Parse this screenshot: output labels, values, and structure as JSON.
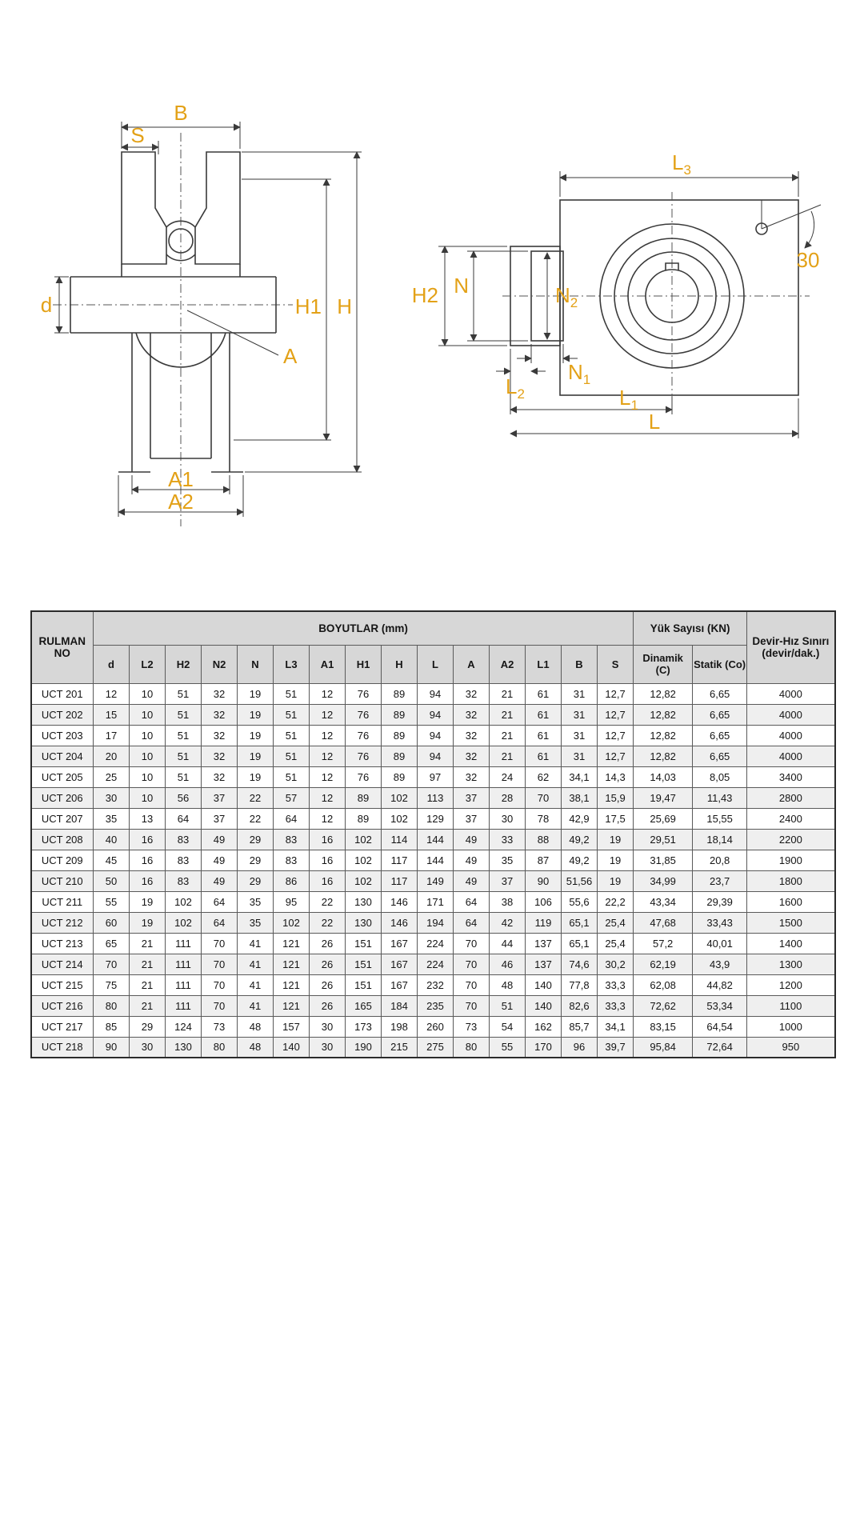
{
  "diagram": {
    "line_color": "#3a3a3a",
    "label_color": "#e3a117",
    "left": {
      "b": "B",
      "s": "S",
      "d": "d",
      "h1": "H1",
      "h": "H",
      "a": "A",
      "a1": "A1",
      "a2": "A2"
    },
    "right": {
      "l3": {
        "base": "L",
        "sub": "3"
      },
      "h2": "H2",
      "n": "N",
      "n2": {
        "base": "N",
        "sub": "2"
      },
      "angle": "30",
      "l2": {
        "base": "L",
        "sub": "2"
      },
      "n1": {
        "base": "N",
        "sub": "1"
      },
      "l1": {
        "base": "L",
        "sub": "1"
      },
      "l": "L"
    }
  },
  "table": {
    "header": {
      "rulman_no": "RULMAN NO",
      "boyutlar": "BOYUTLAR (mm)",
      "yuk_sayisi": "Yük Sayısı (KN)",
      "devir_hiz": "Devir-Hız Sınırı (devir/dak.)",
      "dim_cols": [
        "d",
        "L2",
        "H2",
        "N2",
        "N",
        "L3",
        "A1",
        "H1",
        "H",
        "L",
        "A",
        "A2",
        "L1",
        "B",
        "S"
      ],
      "dinamik": "Dinamik (C)",
      "statik": "Statik (Co)"
    },
    "rows": [
      {
        "no": "UCT 201",
        "values": [
          "12",
          "10",
          "51",
          "32",
          "19",
          "51",
          "12",
          "76",
          "89",
          "94",
          "32",
          "21",
          "61",
          "31",
          "12,7",
          "12,82",
          "6,65",
          "4000"
        ]
      },
      {
        "no": "UCT 202",
        "values": [
          "15",
          "10",
          "51",
          "32",
          "19",
          "51",
          "12",
          "76",
          "89",
          "94",
          "32",
          "21",
          "61",
          "31",
          "12,7",
          "12,82",
          "6,65",
          "4000"
        ]
      },
      {
        "no": "UCT 203",
        "values": [
          "17",
          "10",
          "51",
          "32",
          "19",
          "51",
          "12",
          "76",
          "89",
          "94",
          "32",
          "21",
          "61",
          "31",
          "12,7",
          "12,82",
          "6,65",
          "4000"
        ]
      },
      {
        "no": "UCT 204",
        "values": [
          "20",
          "10",
          "51",
          "32",
          "19",
          "51",
          "12",
          "76",
          "89",
          "94",
          "32",
          "21",
          "61",
          "31",
          "12,7",
          "12,82",
          "6,65",
          "4000"
        ]
      },
      {
        "no": "UCT 205",
        "values": [
          "25",
          "10",
          "51",
          "32",
          "19",
          "51",
          "12",
          "76",
          "89",
          "97",
          "32",
          "24",
          "62",
          "34,1",
          "14,3",
          "14,03",
          "8,05",
          "3400"
        ]
      },
      {
        "no": "UCT 206",
        "values": [
          "30",
          "10",
          "56",
          "37",
          "22",
          "57",
          "12",
          "89",
          "102",
          "113",
          "37",
          "28",
          "70",
          "38,1",
          "15,9",
          "19,47",
          "11,43",
          "2800"
        ]
      },
      {
        "no": "UCT 207",
        "values": [
          "35",
          "13",
          "64",
          "37",
          "22",
          "64",
          "12",
          "89",
          "102",
          "129",
          "37",
          "30",
          "78",
          "42,9",
          "17,5",
          "25,69",
          "15,55",
          "2400"
        ]
      },
      {
        "no": "UCT 208",
        "values": [
          "40",
          "16",
          "83",
          "49",
          "29",
          "83",
          "16",
          "102",
          "114",
          "144",
          "49",
          "33",
          "88",
          "49,2",
          "19",
          "29,51",
          "18,14",
          "2200"
        ]
      },
      {
        "no": "UCT 209",
        "values": [
          "45",
          "16",
          "83",
          "49",
          "29",
          "83",
          "16",
          "102",
          "117",
          "144",
          "49",
          "35",
          "87",
          "49,2",
          "19",
          "31,85",
          "20,8",
          "1900"
        ]
      },
      {
        "no": "UCT 210",
        "values": [
          "50",
          "16",
          "83",
          "49",
          "29",
          "86",
          "16",
          "102",
          "117",
          "149",
          "49",
          "37",
          "90",
          "51,56",
          "19",
          "34,99",
          "23,7",
          "1800"
        ]
      },
      {
        "no": "UCT 211",
        "values": [
          "55",
          "19",
          "102",
          "64",
          "35",
          "95",
          "22",
          "130",
          "146",
          "171",
          "64",
          "38",
          "106",
          "55,6",
          "22,2",
          "43,34",
          "29,39",
          "1600"
        ]
      },
      {
        "no": "UCT 212",
        "values": [
          "60",
          "19",
          "102",
          "64",
          "35",
          "102",
          "22",
          "130",
          "146",
          "194",
          "64",
          "42",
          "119",
          "65,1",
          "25,4",
          "47,68",
          "33,43",
          "1500"
        ]
      },
      {
        "no": "UCT 213",
        "values": [
          "65",
          "21",
          "111",
          "70",
          "41",
          "121",
          "26",
          "151",
          "167",
          "224",
          "70",
          "44",
          "137",
          "65,1",
          "25,4",
          "57,2",
          "40,01",
          "1400"
        ]
      },
      {
        "no": "UCT 214",
        "values": [
          "70",
          "21",
          "111",
          "70",
          "41",
          "121",
          "26",
          "151",
          "167",
          "224",
          "70",
          "46",
          "137",
          "74,6",
          "30,2",
          "62,19",
          "43,9",
          "1300"
        ]
      },
      {
        "no": "UCT 215",
        "values": [
          "75",
          "21",
          "111",
          "70",
          "41",
          "121",
          "26",
          "151",
          "167",
          "232",
          "70",
          "48",
          "140",
          "77,8",
          "33,3",
          "62,08",
          "44,82",
          "1200"
        ]
      },
      {
        "no": "UCT 216",
        "values": [
          "80",
          "21",
          "111",
          "70",
          "41",
          "121",
          "26",
          "165",
          "184",
          "235",
          "70",
          "51",
          "140",
          "82,6",
          "33,3",
          "72,62",
          "53,34",
          "1100"
        ]
      },
      {
        "no": "UCT 217",
        "values": [
          "85",
          "29",
          "124",
          "73",
          "48",
          "157",
          "30",
          "173",
          "198",
          "260",
          "73",
          "54",
          "162",
          "85,7",
          "34,1",
          "83,15",
          "64,54",
          "1000"
        ]
      },
      {
        "no": "UCT 218",
        "values": [
          "90",
          "30",
          "130",
          "80",
          "48",
          "140",
          "30",
          "190",
          "215",
          "275",
          "80",
          "55",
          "170",
          "96",
          "39,7",
          "95,84",
          "72,64",
          "950"
        ]
      }
    ]
  }
}
